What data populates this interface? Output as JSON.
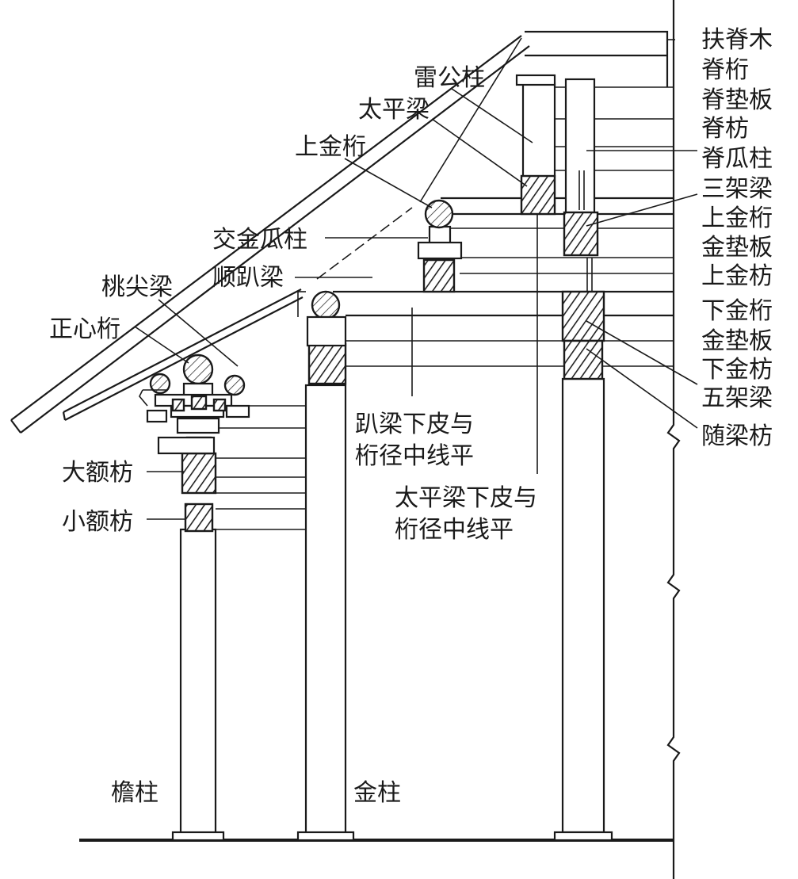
{
  "labels": {
    "fu_ji_mu": "扶脊木",
    "ji_heng": "脊桁",
    "ji_dian_ban": "脊垫板",
    "ji_fang": "脊枋",
    "ji_gua_zhu": "脊瓜柱",
    "san_jia_liang": "三架梁",
    "shang_jin_heng_right": "上金桁",
    "jin_dian_ban_upper": "金垫板",
    "shang_jin_fang": "上金枋",
    "xia_jin_heng": "下金桁",
    "jin_dian_ban_lower": "金垫板",
    "xia_jin_fang": "下金枋",
    "wu_jia_liang": "五架梁",
    "sui_liang_fang": "随梁枋",
    "lei_gong_zhu": "雷公柱",
    "tai_ping_liang": "太平梁",
    "shang_jin_heng_left": "上金桁",
    "jiao_jin_gua_zhu": "交金瓜柱",
    "shun_pa_liang": "顺趴梁",
    "tiao_jian_liang": "桃尖梁",
    "zheng_xin_heng": "正心桁",
    "da_e_fang": "大额枋",
    "xiao_e_fang": "小额枋",
    "pa_liang_note_1": "趴梁下皮与",
    "pa_liang_note_2": "桁径中线平",
    "tai_ping_note_1": "太平梁下皮与",
    "tai_ping_note_2": "桁径中线平",
    "yan_zhu": "檐柱",
    "jin_zhu": "金柱"
  }
}
